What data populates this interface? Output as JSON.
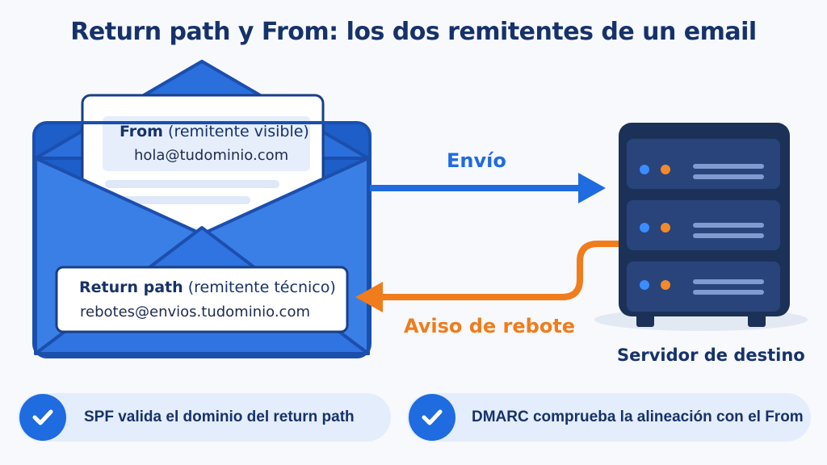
{
  "title": "Return path y From: los dos remitentes de un email",
  "from_card": {
    "label_strong": "From",
    "label_rest": " (remitente visible)",
    "email": "hola@tudominio.com"
  },
  "return_path_card": {
    "label_strong": "Return path",
    "label_rest": " (remitente técnico)",
    "email": "rebotes@envios.tudominio.com"
  },
  "arrows": {
    "send_label": "Envío",
    "bounce_label": "Aviso de rebote"
  },
  "server": {
    "label": "Servidor de destino"
  },
  "notes": [
    {
      "icon": "check-icon",
      "text": "SPF valida el dominio del return path"
    },
    {
      "icon": "check-icon",
      "text": "DMARC comprueba la alineación con el From"
    }
  ],
  "colors": {
    "title": "#16326b",
    "envelope_blue": "#2a6fdc",
    "send_arrow": "#1f6be0",
    "bounce_arrow": "#f07c1c",
    "server_dark": "#1b3157",
    "pill_bg": "#e4edfb"
  }
}
